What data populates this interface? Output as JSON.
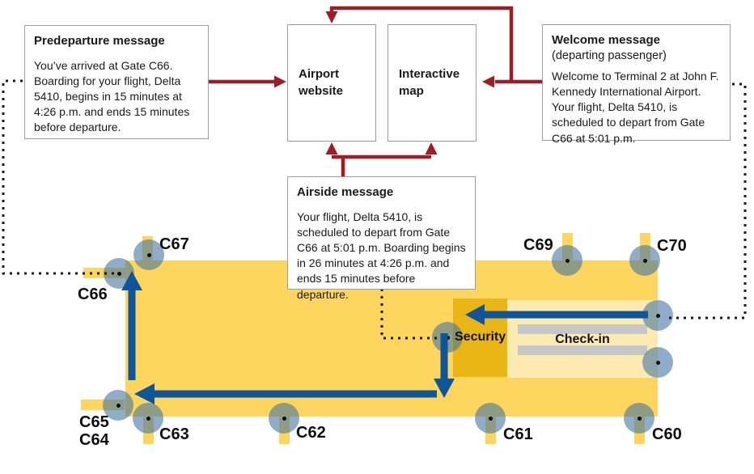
{
  "boxes": {
    "predeparture": {
      "title": "Predeparture message",
      "body": "You’ve arrived at Gate C66. Boarding for your flight, Delta 5410, begins in 15 minutes at 4:26 p.m. and ends 15 minutes before departure."
    },
    "airport_website": {
      "label": "Airport website"
    },
    "interactive_map": {
      "label": "Interactive map"
    },
    "welcome": {
      "title": "Welcome message",
      "subtitle": "(departing passenger)",
      "body": "Welcome to Terminal 2 at John F. Kennedy International Airport. Your flight, Delta 5410, is scheduled to depart from Gate C66 at 5:01 p.m."
    },
    "airside": {
      "title": "Airside message",
      "body": "Your flight, Delta 5410, is scheduled to depart from Gate C66 at 5:01 p.m. Boarding begins in 26 minutes at 4:26 p.m. and ends 15 minutes before departure."
    }
  },
  "map": {
    "security_label": "Security",
    "checkin_label": "Check-in",
    "gates": {
      "c60": "C60",
      "c61": "C61",
      "c62": "C62",
      "c63": "C63",
      "c64": "C64",
      "c65": "C65",
      "c66": "C66",
      "c67": "C67",
      "c69": "C69",
      "c70": "C70"
    }
  },
  "colors": {
    "arrow_red": "#9e1e23",
    "arrow_blue": "#10549a",
    "dotted_black": "#1a1a1a",
    "terminal_yellow": "#fdd55f",
    "security_gold": "#eab616",
    "checkin_pale": "#fdeab0",
    "counter_gray": "#c6c8c7",
    "circle_blue": "rgba(62,113,160,0.58)"
  }
}
